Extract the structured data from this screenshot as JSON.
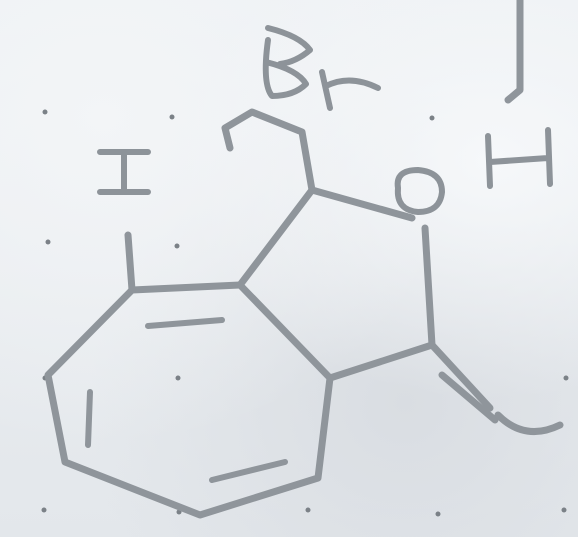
{
  "atom_labels": {
    "iodine": "I",
    "bromine": "Br",
    "oxygen": "O",
    "hydrogen": "H"
  },
  "colors": {
    "ink": "#8f959b",
    "paper": "#e6eaee",
    "grid_dot": "#7b8187"
  }
}
